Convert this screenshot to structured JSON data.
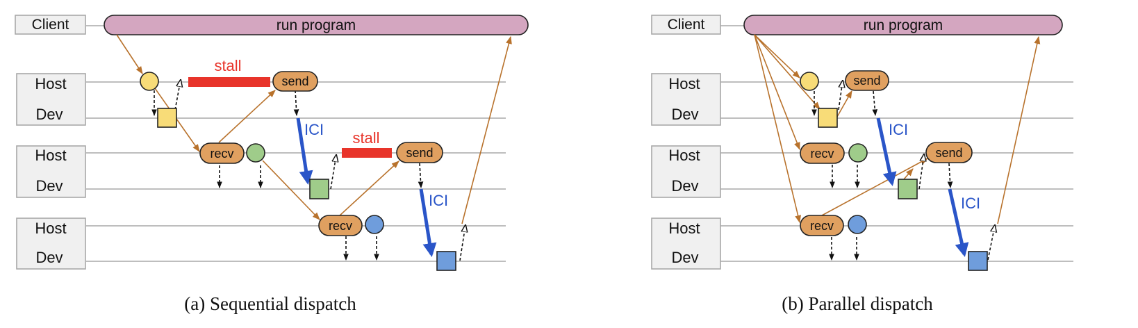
{
  "labels": {
    "client": "Client",
    "host": "Host",
    "dev": "Dev",
    "run_program": "run program",
    "send": "send",
    "recv": "recv",
    "stall": "stall",
    "ici": "ICI"
  },
  "captions": {
    "a": "(a) Sequential dispatch",
    "b": "(b) Parallel dispatch"
  },
  "colors": {
    "run_program_fill": "#d4a6c0",
    "brown": "#b8722c",
    "orange_fill": "#e0a060",
    "yellow": "#f8dc78",
    "green": "#9fcc8a",
    "blue_node": "#6f9ddc",
    "ici_blue": "#2a55c8",
    "stall_red": "#e8342a",
    "label_box": "#f0f0f0",
    "line_gray": "#a8a8a8"
  }
}
